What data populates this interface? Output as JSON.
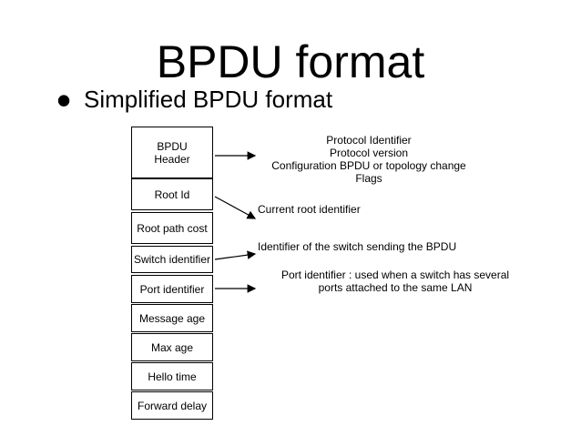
{
  "title": "BPDU format",
  "bullet": "Simplified BPDU format",
  "fields": [
    [
      "BPDU",
      "Header"
    ],
    [
      "Root Id"
    ],
    [
      "Root path cost"
    ],
    [
      "Switch identifier"
    ],
    [
      "Port identifier"
    ],
    [
      "Message age"
    ],
    [
      "Max age"
    ],
    [
      "Hello time"
    ],
    [
      "Forward delay"
    ]
  ],
  "annotations": {
    "header": [
      "Protocol Identifier",
      "Protocol version",
      "Configuration BPDU or topology change",
      "Flags"
    ],
    "root_id": "Current root identifier",
    "switch_id": "Identifier of the switch sending the BPDU",
    "port_id": [
      "Port identifier : used when a switch has several",
      "ports attached to the same LAN"
    ]
  }
}
